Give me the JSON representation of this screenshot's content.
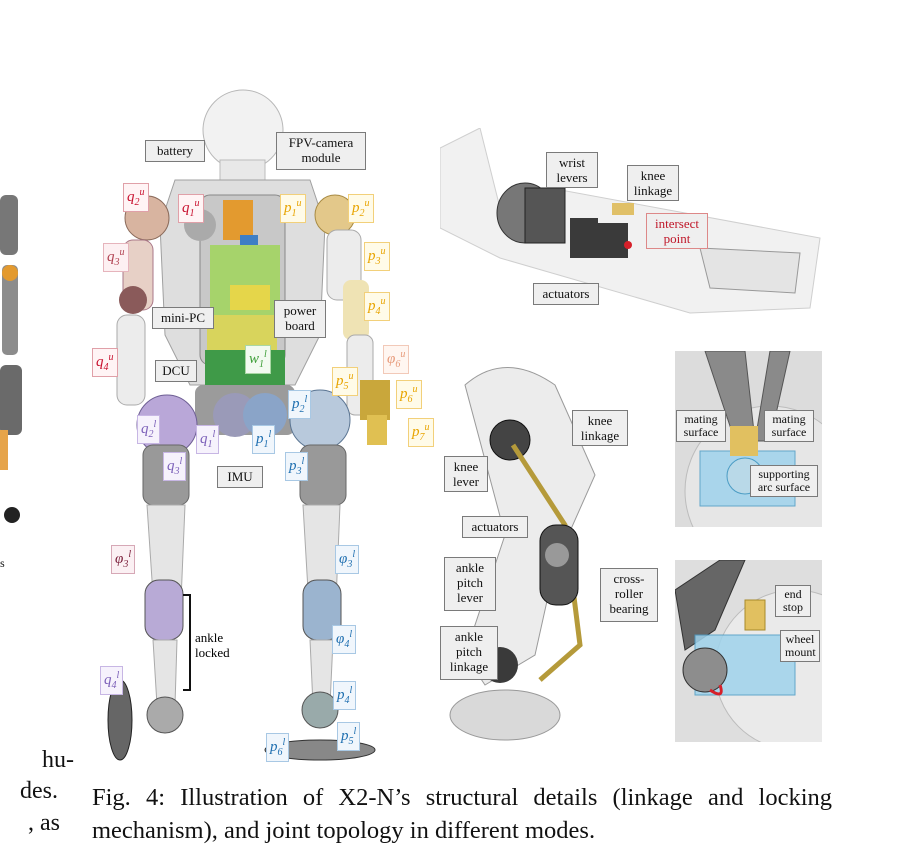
{
  "left_text": {
    "small": "s",
    "line1": "hu-",
    "line2": "des.",
    "line3": ", as"
  },
  "robot": {
    "boxes": {
      "battery": "battery",
      "fpv": "FPV-camera\nmodule",
      "mini_pc": "mini-PC",
      "power_board": "power\nboard",
      "dcu": "DCU",
      "imu": "IMU",
      "ankle_locked": "ankle\nlocked"
    }
  },
  "joint_labels": {
    "q2u": {
      "base": "q",
      "sub": "2",
      "sup": "u"
    },
    "q1u": {
      "base": "q",
      "sub": "1",
      "sup": "u"
    },
    "p1u": {
      "base": "p",
      "sub": "1",
      "sup": "u"
    },
    "p2u": {
      "base": "p",
      "sub": "2",
      "sup": "u"
    },
    "q3u": {
      "base": "q",
      "sub": "3",
      "sup": "u"
    },
    "p3u": {
      "base": "p",
      "sub": "3",
      "sup": "u"
    },
    "p4u": {
      "base": "p",
      "sub": "4",
      "sup": "u"
    },
    "q4u": {
      "base": "q",
      "sub": "4",
      "sup": "u"
    },
    "w1l": {
      "base": "w",
      "sub": "1",
      "sup": "l"
    },
    "phi6u": {
      "base": "φ",
      "sub": "6",
      "sup": "u"
    },
    "p5u": {
      "base": "p",
      "sub": "5",
      "sup": "u"
    },
    "p6u": {
      "base": "p",
      "sub": "6",
      "sup": "u"
    },
    "p7u": {
      "base": "p",
      "sub": "7",
      "sup": "u"
    },
    "q2l": {
      "base": "q",
      "sub": "2",
      "sup": "l"
    },
    "q1l": {
      "base": "q",
      "sub": "1",
      "sup": "l"
    },
    "p1l": {
      "base": "p",
      "sub": "1",
      "sup": "l"
    },
    "p2l": {
      "base": "p",
      "sub": "2",
      "sup": "l"
    },
    "q3l": {
      "base": "q",
      "sub": "3",
      "sup": "l"
    },
    "p3l": {
      "base": "p",
      "sub": "3",
      "sup": "l"
    },
    "phi3l_left": {
      "base": "φ",
      "sub": "3",
      "sup": "l"
    },
    "phi3l_right": {
      "base": "φ",
      "sub": "3",
      "sup": "l"
    },
    "phi4l": {
      "base": "φ",
      "sub": "4",
      "sup": "l"
    },
    "p4l": {
      "base": "p",
      "sub": "4",
      "sup": "l"
    },
    "q4l": {
      "base": "q",
      "sub": "4",
      "sup": "l"
    },
    "p5l": {
      "base": "p",
      "sub": "5",
      "sup": "l"
    },
    "p6l": {
      "base": "p",
      "sub": "6",
      "sup": "l"
    }
  },
  "top_right": {
    "wrist_levers": "wrist\nlevers",
    "knee_linkage": "knee\nlinkage",
    "intersect_point": "intersect\npoint",
    "actuators": "actuators"
  },
  "mid_right": {
    "knee_linkage": "knee\nlinkage",
    "knee_lever": "knee\nlever",
    "actuators": "actuators",
    "ankle_pitch_lever": "ankle\npitch\nlever",
    "cross_roller": "cross-\nroller\nbearing",
    "ankle_pitch_linkage": "ankle\npitch\nlinkage"
  },
  "detail1": {
    "mating_left": "mating\nsurface",
    "mating_right": "mating\nsurface",
    "supporting": "supporting\narc surface"
  },
  "detail2": {
    "end_stop": "end\nstop",
    "wheel_mount": "wheel\nmount"
  },
  "caption": "Fig. 4: Illustration of X2-N’s structural details (linkage and locking mechanism), and joint topology in different modes."
}
